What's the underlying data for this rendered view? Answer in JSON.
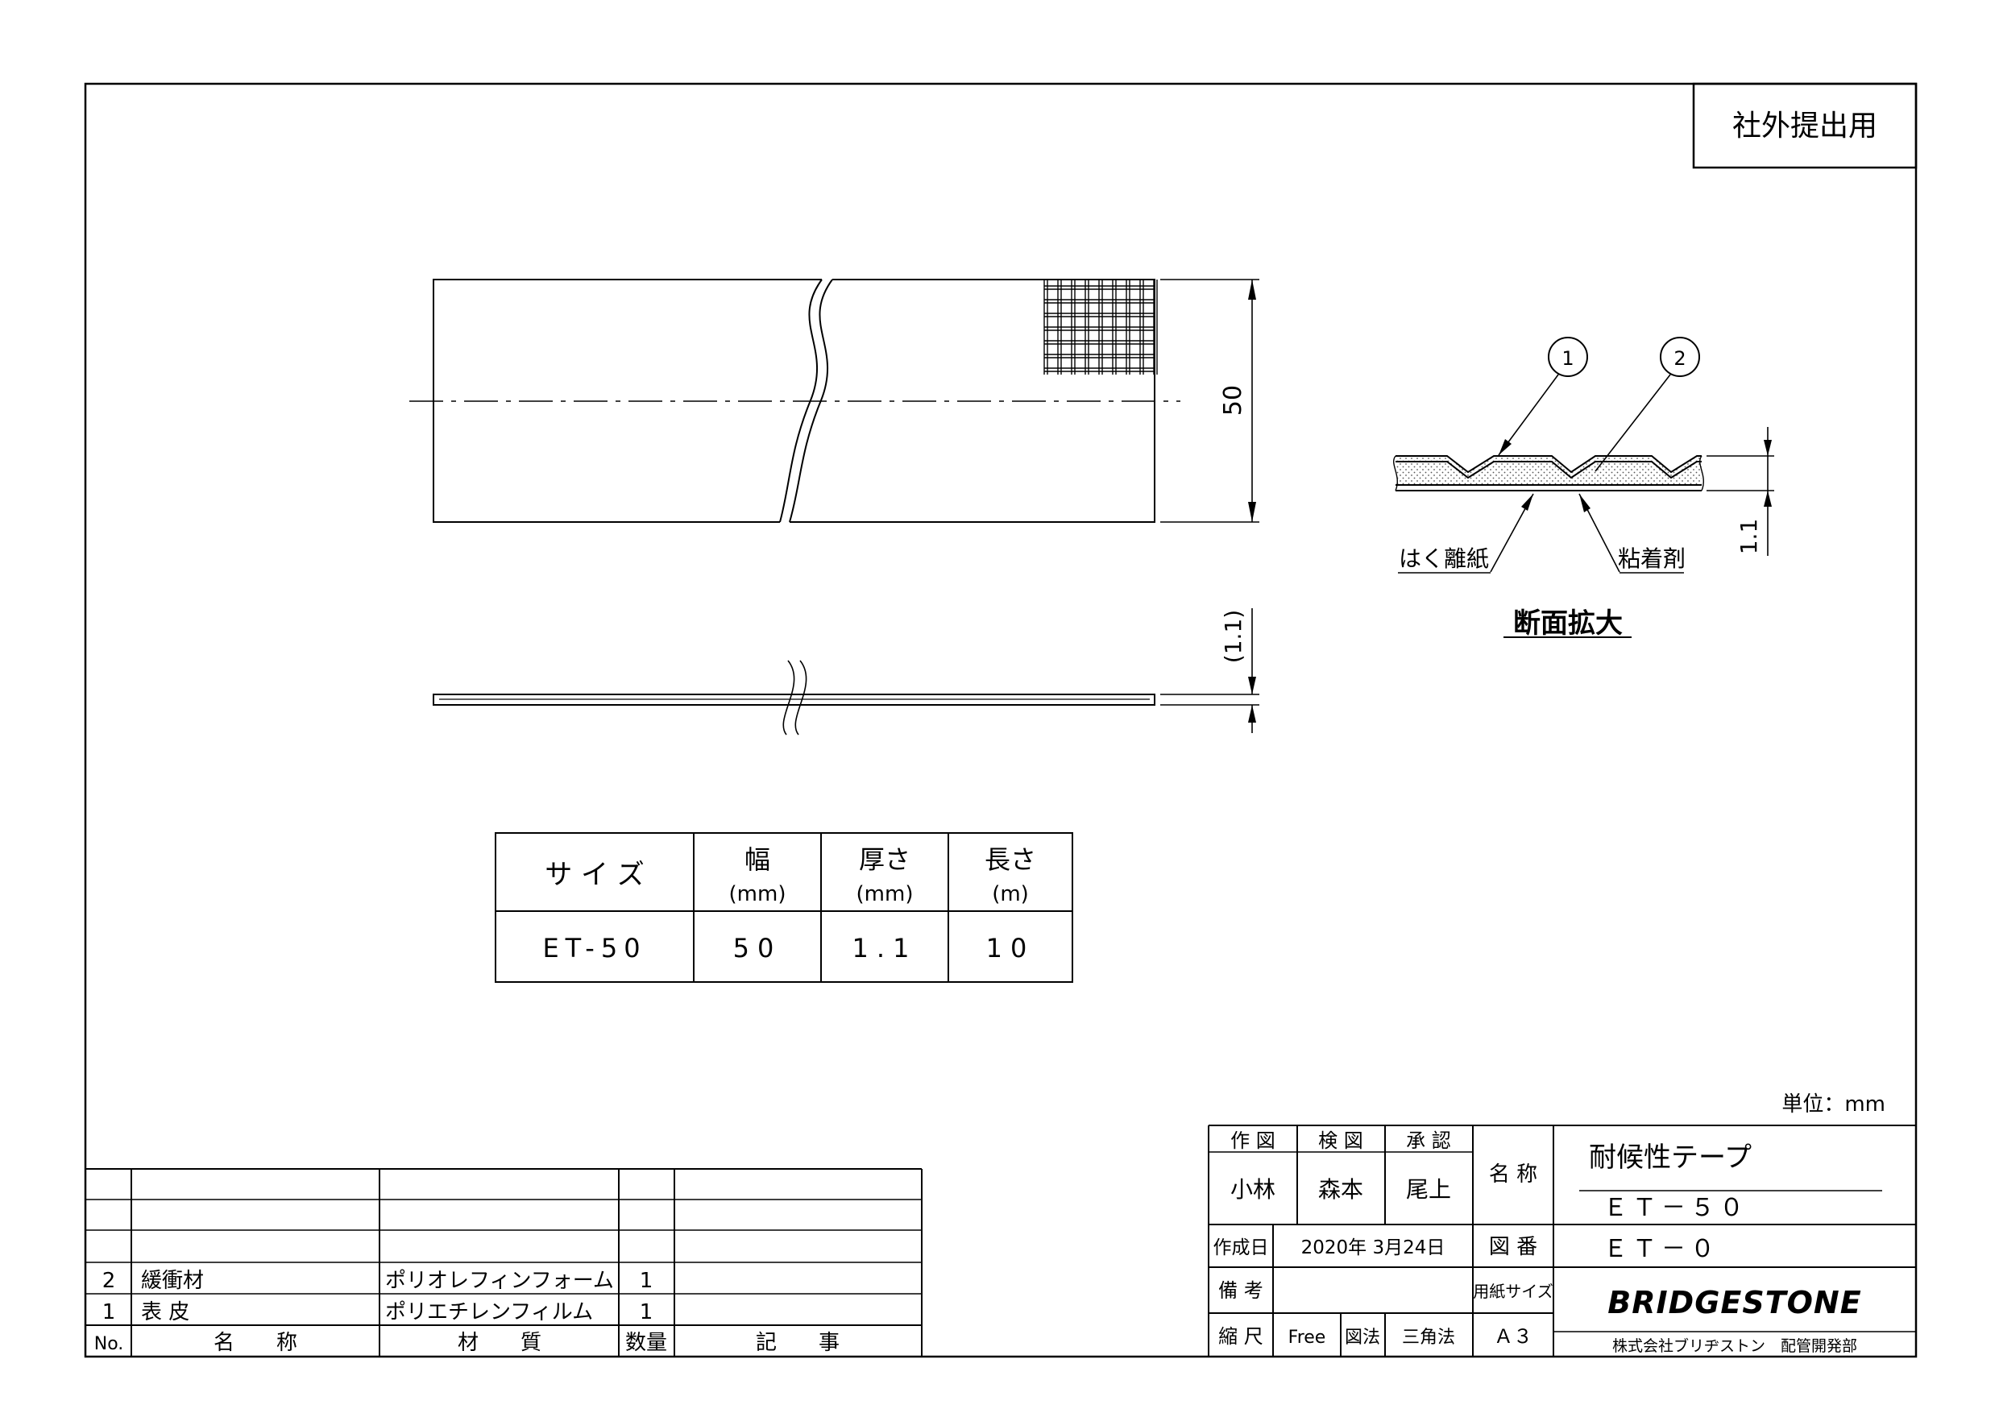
{
  "stamp": {
    "label": "社外提出用"
  },
  "drawing": {
    "width_dim": "50",
    "thickness_dim": "(1.1)",
    "section_thickness_dim": "1.1",
    "balloon_1": "1",
    "balloon_2": "2",
    "leader_release_paper": "はく離紙",
    "leader_adhesive": "粘着剤",
    "section_title": "断面拡大"
  },
  "size_table": {
    "headers": [
      {
        "main": "サ イ ズ",
        "sub": ""
      },
      {
        "main": "幅",
        "sub": "(mm)"
      },
      {
        "main": "厚さ",
        "sub": "(mm)"
      },
      {
        "main": "長さ",
        "sub": "(m)"
      }
    ],
    "row": [
      "ET-50",
      "50",
      "1.1",
      "10"
    ]
  },
  "unit": "単位：mm",
  "parts_table": {
    "headers": [
      "No.",
      "名　　称",
      "材　　質",
      "数量",
      "記　　事"
    ],
    "rows": [
      [
        "",
        "",
        "",
        "",
        ""
      ],
      [
        "",
        "",
        "",
        "",
        ""
      ],
      [
        "",
        "",
        "",
        "",
        ""
      ],
      [
        "2",
        "緩衝材",
        "ポリオレフィンフォーム",
        "1",
        ""
      ],
      [
        "1",
        "表 皮",
        "ポリエチレンフィルム",
        "1",
        ""
      ]
    ]
  },
  "title_block": {
    "drawn_label": "作 図",
    "checked_label": "検 図",
    "approved_label": "承 認",
    "drawn_by": "小林",
    "checked_by": "森本",
    "approved_by": "尾上",
    "name_label": "名 称",
    "product_name": "耐候性テープ",
    "product_code": "ＥＴ－５０",
    "date_label": "作成日",
    "date_value": "2020年 3月24日",
    "drawing_no_label": "図 番",
    "drawing_no": "ＥＴ－０",
    "remarks_label": "備 考",
    "remarks_value": "",
    "paper_size_label": "用紙サイズ",
    "scale_label": "縮 尺",
    "scale_value": "Free",
    "projection_label": "図法",
    "projection_value": "三角法",
    "paper_size_value": "Ａ３",
    "brand": "BRIDGESTONE",
    "company": "株式会社ブリヂストン　配管開発部"
  }
}
